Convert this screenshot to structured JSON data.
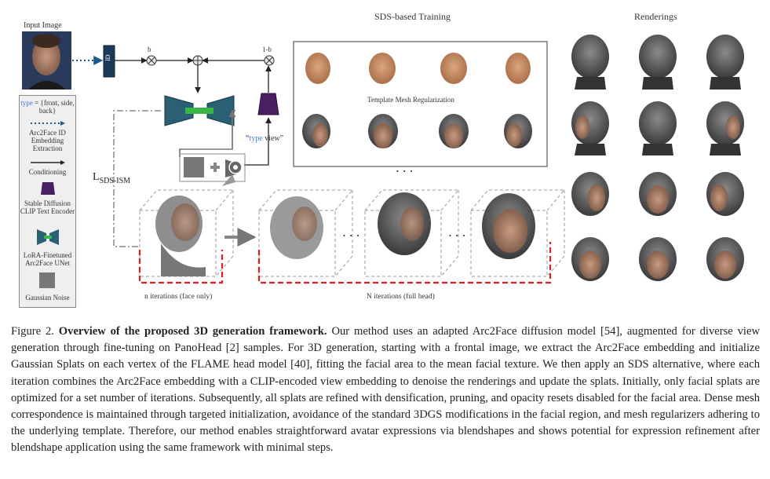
{
  "figure": {
    "input_image_label": "Input Image",
    "sds_title": "SDS-based Training",
    "renderings_title": "Renderings",
    "template_mesh_label": "Template Mesh Regularization",
    "id_box_label": "ID",
    "b_label": "b",
    "one_minus_b_label": "1-b",
    "type_view_prefix": "“",
    "type_view_word": "type",
    "type_view_suffix": " view”",
    "sds_loss_main": "L",
    "sds_loss_sub": "SDS-ISM",
    "dots_top": "•  •  •",
    "dots_mid1": "•  •  •",
    "dots_mid2": "•  •  •",
    "n_iter_label": "n iterations (face only)",
    "N_iter_label": "N iterations (full head)",
    "colors": {
      "accent_blue": "#1e3a5a",
      "teal": "#2a5f74",
      "purple": "#4a1e63",
      "red_dash": "#e02020",
      "green": "#3ab54a"
    }
  },
  "legend": {
    "type_word": "type",
    "type_rest": " = {front, side, back}",
    "arc2face_id": "Arc2Face ID Embedding Extraction",
    "conditioning": "Conditioning",
    "clip": "Stable Diffusion CLIP Text Encoder",
    "lora": "LoRA-Finetuned Arc2Face UNet",
    "noise": "Gaussian Noise"
  },
  "caption": {
    "prefix": "Figure 2. ",
    "bold": "Overview of the proposed 3D generation framework.",
    "body": " Our method uses an adapted Arc2Face diffusion model [54], augmented for diverse view generation through fine-tuning on PanoHead [2] samples. For 3D generation, starting with a frontal image, we extract the Arc2Face embedding and initialize Gaussian Splats on each vertex of the FLAME head model [40], fitting the facial area to the mean facial texture. We then apply an SDS alternative, where each iteration combines the Arc2Face embedding with a CLIP-encoded view embedding to denoise the renderings and update the splats. Initially, only facial splats are optimized for a set number of iterations. Subsequently, all splats are refined with densification, pruning, and opacity resets disabled for the facial area. Dense mesh correspondence is maintained through targeted initialization, avoidance of the standard 3DGS modifications in the facial region, and mesh regularizers adhering to the underlying template. Therefore, our method enables straightforward avatar expressions via blendshapes and shows potential for expression refinement after blendshape application using the same framework with minimal steps."
  }
}
